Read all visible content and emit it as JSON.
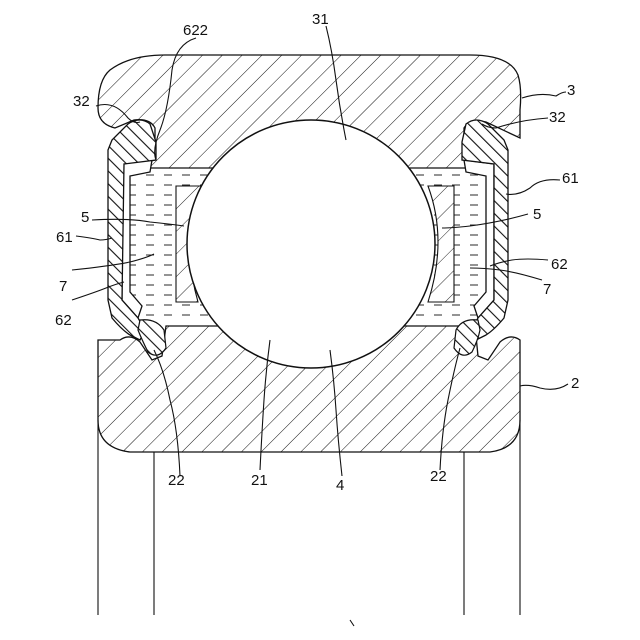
{
  "labels": {
    "l622": "622",
    "l31": "31",
    "l3": "3",
    "l32_left": "32",
    "l32_right": "32",
    "l61_right": "61",
    "l5_left": "5",
    "l61_left": "61",
    "l5_right": "5",
    "l62_right": "62",
    "l7_left": "7",
    "l7_right": "7",
    "l62_left": "62",
    "l2": "2",
    "l22_left": "22",
    "l21": "21",
    "l4": "4",
    "l22_right": "22"
  }
}
